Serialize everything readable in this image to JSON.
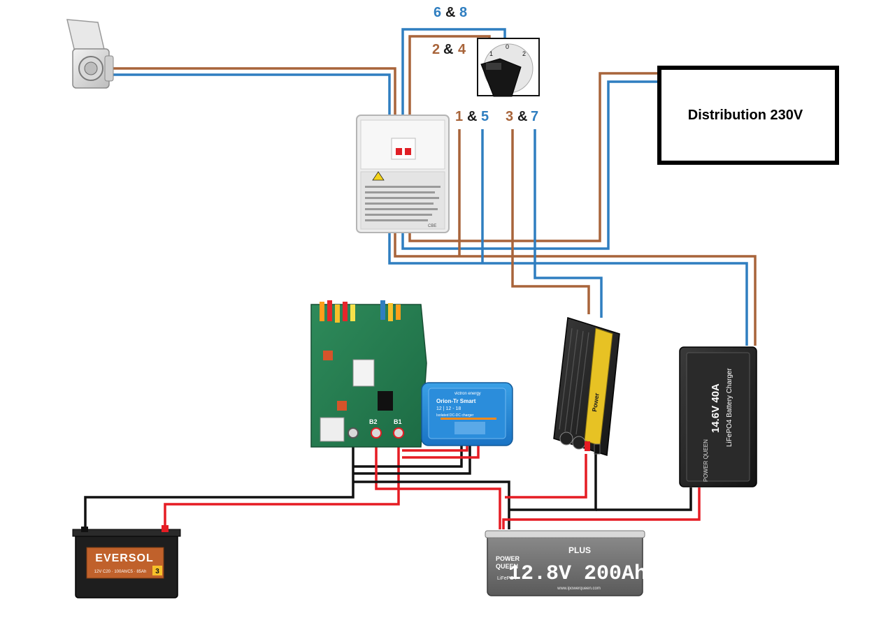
{
  "colors": {
    "phase_wire": "#a8643a",
    "neutral_wire": "#2f7ec0",
    "positive_wire": "#e51c23",
    "negative_wire": "#111111",
    "ampersand": "#1a1a1a"
  },
  "switch_labels": {
    "top": {
      "a": "6",
      "amp": "&",
      "b": "8"
    },
    "upper_left": {
      "a": "2",
      "amp": "&",
      "b": "4"
    },
    "lower_left": {
      "a": "1",
      "amp": "&",
      "b": "5"
    },
    "lower_right": {
      "a": "3",
      "amp": "&",
      "b": "7"
    }
  },
  "rotary_switch": {
    "dial_0": "0",
    "dial_1": "1",
    "dial_2": "2"
  },
  "distribution_box": {
    "label": "Distribution 230V"
  },
  "dc_dc_charger": {
    "brand": "victron energy",
    "model": "Orion-Tr Smart",
    "spec": "12 | 12 - 18",
    "subtitle": "Isolated DC-DC charger"
  },
  "inverter": {
    "brand": "Power"
  },
  "battery_charger": {
    "spec": "14.6V 40A",
    "subtitle": "LiFePO4 Battery Charger",
    "brand": "POWER QUEEN"
  },
  "lithium_battery": {
    "brand_line1": "POWER",
    "brand_line2": "QUEEN",
    "badge": "PLUS",
    "voltage_capacity": "12.8V 200Ah",
    "chemistry": "LiFePO4",
    "website": "www.ipowerqueen.com"
  },
  "starter_battery": {
    "brand": "EVERSOL",
    "spec": "12V C20 · 100Ah/C5 · 85Ah",
    "number": "3"
  },
  "electrical_panel": {
    "brand": "CBE"
  },
  "fuse_board": {
    "terminal_b1": "B1",
    "terminal_b2": "B2"
  }
}
